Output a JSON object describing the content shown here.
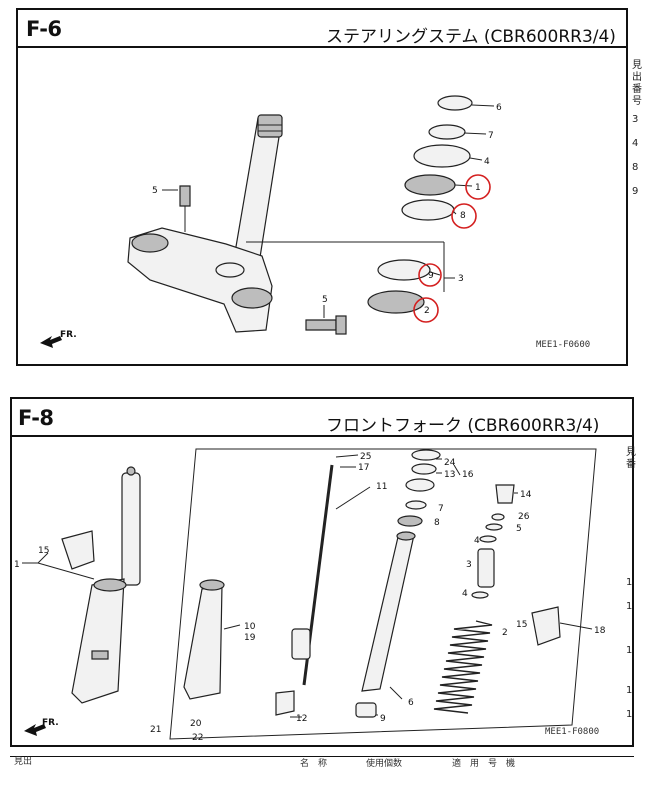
{
  "sections": [
    {
      "code": "F-6",
      "title": "ステアリングステム (CBR600RR3/4)",
      "ref": "MEE1-F0600",
      "side_header": [
        "見出",
        "番号"
      ],
      "side_rows": [
        "3",
        "4",
        "8",
        "9"
      ],
      "callouts": [
        "6",
        "7",
        "4",
        "1",
        "8",
        "9",
        "3",
        "2",
        "5",
        "5"
      ],
      "highlighted": [
        "1",
        "8",
        "9",
        "2"
      ],
      "direction": "FR."
    },
    {
      "code": "F-8",
      "title": "フロントフォーク (CBR600RR3/4)",
      "ref": "MEE1-F0800",
      "side_header": [
        "見",
        "番"
      ],
      "side_rows": [
        "1",
        "1",
        "1",
        "1",
        "1"
      ],
      "callouts": [
        "25",
        "17",
        "11",
        "24",
        "13",
        "16",
        "14",
        "7",
        "26",
        "8",
        "5",
        "4",
        "3",
        "15",
        "1",
        "4",
        "2",
        "15",
        "18",
        "10",
        "19",
        "6",
        "12",
        "9",
        "20",
        "21",
        "22"
      ],
      "direction": "FR.",
      "footer": [
        "見出",
        "名　称",
        "使用個数",
        "適　用　号　機"
      ]
    }
  ],
  "colors": {
    "highlight": "#d42020",
    "ink": "#111111"
  }
}
